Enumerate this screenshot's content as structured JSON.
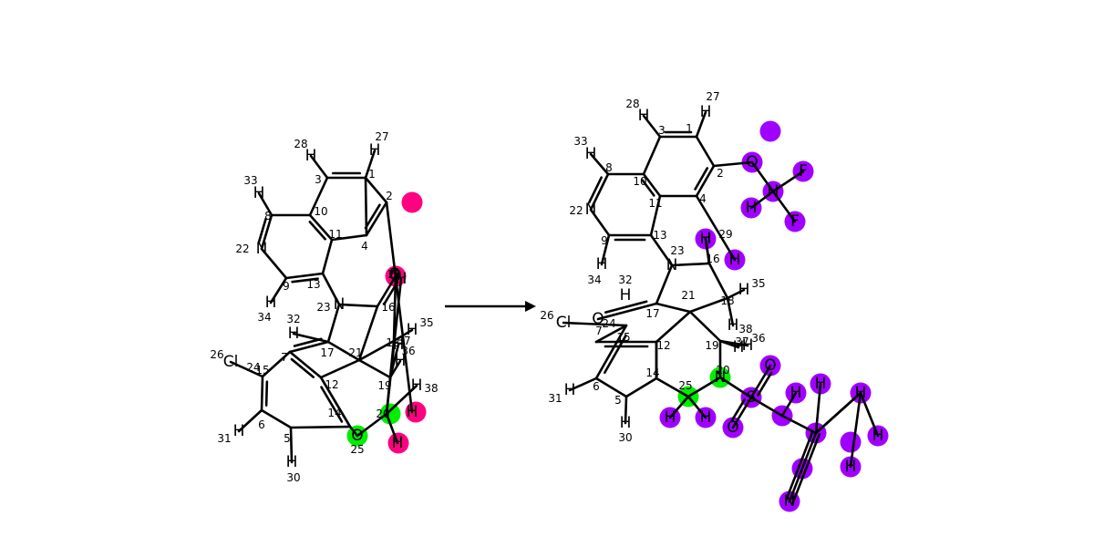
{
  "colors": {
    "bond": "#000000",
    "reaction_center_left": "#ff0080",
    "reaction_center_right": "#a000ff",
    "mapped_atom": "#00ee00"
  },
  "reaction_arrow": {
    "direction": "right"
  },
  "molecules": [
    {
      "id": "reactant",
      "atoms": [
        {
          "label": "",
          "num": "1"
        },
        {
          "label": "",
          "num": "2"
        },
        {
          "label": "",
          "num": "3"
        },
        {
          "label": "",
          "num": "4"
        },
        {
          "label": "",
          "num": "5"
        },
        {
          "label": "",
          "num": "6"
        },
        {
          "label": "",
          "num": "7"
        },
        {
          "label": "",
          "num": "8"
        },
        {
          "label": "",
          "num": "9"
        },
        {
          "label": "",
          "num": "10"
        },
        {
          "label": "",
          "num": "11"
        },
        {
          "label": "",
          "num": "12"
        },
        {
          "label": "",
          "num": "13"
        },
        {
          "label": "",
          "num": "14"
        },
        {
          "label": "",
          "num": "15"
        },
        {
          "label": "",
          "num": "16"
        },
        {
          "label": "",
          "num": "17"
        },
        {
          "label": "",
          "num": "18"
        },
        {
          "label": "",
          "num": "19"
        },
        {
          "label": "",
          "num": "20"
        },
        {
          "label": "",
          "num": "21"
        },
        {
          "label": "N",
          "num": "22"
        },
        {
          "label": "N",
          "num": "23"
        },
        {
          "label": "",
          "num": "24"
        },
        {
          "label": "O",
          "num": "25"
        },
        {
          "label": "Cl",
          "num": "26"
        },
        {
          "label": "H",
          "num": "27"
        },
        {
          "label": "H",
          "num": "28"
        },
        {
          "label": "O",
          "num": "29"
        },
        {
          "label": "H",
          "num": "30"
        },
        {
          "label": "H",
          "num": "31"
        },
        {
          "label": "H",
          "num": "32"
        },
        {
          "label": "H",
          "num": "33"
        },
        {
          "label": "H",
          "num": "34"
        },
        {
          "label": "H",
          "num": "35"
        },
        {
          "label": "H",
          "num": "36"
        },
        {
          "label": "H",
          "num": "37"
        },
        {
          "label": "H",
          "num": "38"
        },
        {
          "label": "O",
          "num": ""
        },
        {
          "label": "H",
          "num": ""
        },
        {
          "label": "H",
          "num": ""
        },
        {
          "label": "H",
          "num": ""
        },
        {
          "label": "H",
          "num": ""
        }
      ]
    },
    {
      "id": "product",
      "atoms": [
        {
          "label": "",
          "num": "1"
        },
        {
          "label": "",
          "num": "2"
        },
        {
          "label": "",
          "num": "3"
        },
        {
          "label": "",
          "num": "4"
        },
        {
          "label": "",
          "num": "5"
        },
        {
          "label": "",
          "num": "6"
        },
        {
          "label": "",
          "num": "7"
        },
        {
          "label": "",
          "num": "8"
        },
        {
          "label": "",
          "num": "9"
        },
        {
          "label": "",
          "num": "10"
        },
        {
          "label": "",
          "num": "11"
        },
        {
          "label": "",
          "num": "12"
        },
        {
          "label": "",
          "num": "13"
        },
        {
          "label": "",
          "num": "14"
        },
        {
          "label": "",
          "num": "15"
        },
        {
          "label": "",
          "num": "16"
        },
        {
          "label": "",
          "num": "17"
        },
        {
          "label": "",
          "num": "18"
        },
        {
          "label": "",
          "num": "19"
        },
        {
          "label": "N",
          "num": "20"
        },
        {
          "label": "",
          "num": "21"
        },
        {
          "label": "N",
          "num": "22"
        },
        {
          "label": "N",
          "num": "23"
        },
        {
          "label": "",
          "num": "24"
        },
        {
          "label": "",
          "num": "25"
        },
        {
          "label": "Cl",
          "num": "26"
        },
        {
          "label": "H",
          "num": "27"
        },
        {
          "label": "H",
          "num": "28"
        },
        {
          "label": "H",
          "num": "29"
        },
        {
          "label": "H",
          "num": "30"
        },
        {
          "label": "H",
          "num": "31"
        },
        {
          "label": "H",
          "num": "32"
        },
        {
          "label": "H",
          "num": "33"
        },
        {
          "label": "H",
          "num": "34"
        },
        {
          "label": "H",
          "num": "35"
        },
        {
          "label": "H",
          "num": "36"
        },
        {
          "label": "H",
          "num": "37"
        },
        {
          "label": "H",
          "num": "38"
        },
        {
          "label": "O",
          "num": ""
        },
        {
          "label": "O",
          "num": ""
        },
        {
          "label": "F",
          "num": ""
        },
        {
          "label": "F",
          "num": ""
        },
        {
          "label": "H",
          "num": ""
        },
        {
          "label": "H",
          "num": ""
        },
        {
          "label": "H",
          "num": ""
        },
        {
          "label": "H",
          "num": ""
        },
        {
          "label": "S",
          "num": ""
        },
        {
          "label": "O",
          "num": ""
        },
        {
          "label": "O",
          "num": ""
        },
        {
          "label": "H",
          "num": ""
        },
        {
          "label": "H",
          "num": ""
        },
        {
          "label": "",
          "num": ""
        },
        {
          "label": "",
          "num": ""
        },
        {
          "label": "H",
          "num": ""
        },
        {
          "label": "H",
          "num": ""
        },
        {
          "label": "H",
          "num": ""
        },
        {
          "label": "H",
          "num": ""
        },
        {
          "label": "H",
          "num": ""
        },
        {
          "label": "N",
          "num": ""
        }
      ]
    }
  ]
}
